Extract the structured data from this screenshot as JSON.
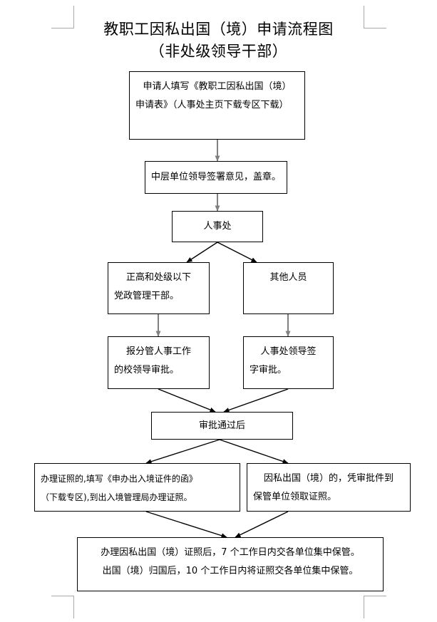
{
  "document": {
    "title_lines": [
      "教职工因私出国（境）申请流程图",
      "（非处级领导干部）"
    ]
  },
  "flowchart": {
    "type": "flowchart",
    "orientation": "top-to-bottom",
    "nodes": [
      {
        "id": "n1",
        "lines": [
          "申请人填写《教职工因私出国（境）",
          "申请表》（人事处主页下载专区下载）"
        ]
      },
      {
        "id": "n2",
        "lines": [
          "中层单位领导签署意见，盖章。"
        ]
      },
      {
        "id": "n3",
        "lines": [
          "人事处"
        ]
      },
      {
        "id": "n4",
        "lines": [
          "正高和处级以下",
          "党政管理干部。"
        ]
      },
      {
        "id": "n5",
        "lines": [
          "其他人员"
        ]
      },
      {
        "id": "n6",
        "lines": [
          "报分管人事工作",
          "的校领导审批。"
        ]
      },
      {
        "id": "n7",
        "lines": [
          "人事处领导签",
          "字审批。"
        ]
      },
      {
        "id": "n8",
        "lines": [
          "审批通过后"
        ]
      },
      {
        "id": "n9",
        "lines": [
          "办理证照的,填写《申办出入境证件的函》",
          "（下载专区),到出入境管理局办理证照。"
        ]
      },
      {
        "id": "n10",
        "lines": [
          "因私出国（境）的，凭审批件到",
          "保管单位领取证照。"
        ]
      },
      {
        "id": "n11",
        "lines": [
          "办理因私出国（境）证照后，7 个工作日内交各单位集中保管。",
          "出国（境）归国后，10 个工作日内将证照交各单位集中保管。"
        ]
      }
    ],
    "edges": [
      {
        "from": "n1",
        "to": "n2",
        "style": "straight-down"
      },
      {
        "from": "n2",
        "to": "n3",
        "style": "straight-down"
      },
      {
        "from": "n3",
        "to": "n4",
        "style": "branch-left"
      },
      {
        "from": "n3",
        "to": "n5",
        "style": "branch-right"
      },
      {
        "from": "n4",
        "to": "n6",
        "style": "straight-down"
      },
      {
        "from": "n5",
        "to": "n7",
        "style": "straight-down"
      },
      {
        "from": "n6",
        "to": "n8",
        "style": "merge-right"
      },
      {
        "from": "n7",
        "to": "n8",
        "style": "merge-left"
      },
      {
        "from": "n8",
        "to": "n9",
        "style": "branch-left"
      },
      {
        "from": "n8",
        "to": "n10",
        "style": "branch-right"
      },
      {
        "from": "n9",
        "to": "n11",
        "style": "merge-right"
      },
      {
        "from": "n10",
        "to": "n11",
        "style": "merge-left"
      }
    ]
  },
  "colors": {
    "box_border": "#000000",
    "text": "#000000",
    "vertical_connector": "#808080",
    "diagonal_connector": "#000000",
    "crop_mark": "#a9a9a9",
    "background": "#ffffff"
  }
}
